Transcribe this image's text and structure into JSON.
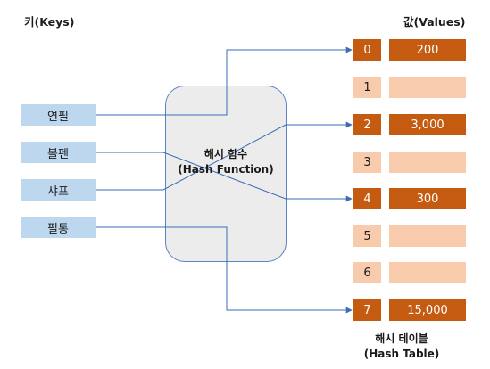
{
  "headers": {
    "keys": "키(Keys)",
    "values": "값(Values)"
  },
  "keys": [
    {
      "label": "연필"
    },
    {
      "label": "볼펜"
    },
    {
      "label": "샤프"
    },
    {
      "label": "필통"
    }
  ],
  "hash_function": {
    "line1": "해시 함수",
    "line2": "(Hash Function)"
  },
  "table": {
    "rows": [
      {
        "index": "0",
        "value": "200"
      },
      {
        "index": "1",
        "value": ""
      },
      {
        "index": "2",
        "value": "3,000"
      },
      {
        "index": "3",
        "value": ""
      },
      {
        "index": "4",
        "value": "300"
      },
      {
        "index": "5",
        "value": ""
      },
      {
        "index": "6",
        "value": ""
      },
      {
        "index": "7",
        "value": "15,000"
      }
    ],
    "caption_line1": "해시 테이블",
    "caption_line2": "(Hash Table)"
  },
  "mappings": [
    {
      "key": "연필",
      "index": "0"
    },
    {
      "key": "볼펜",
      "index": "4"
    },
    {
      "key": "샤프",
      "index": "2"
    },
    {
      "key": "필통",
      "index": "7"
    }
  ],
  "colors": {
    "key_fill": "#bdd7ee",
    "hash_fill": "#ececec",
    "hash_border": "#5b84c4",
    "filled_slot": "#c55a11",
    "empty_slot": "#f8cbad",
    "arrow": "#3a6db5"
  }
}
